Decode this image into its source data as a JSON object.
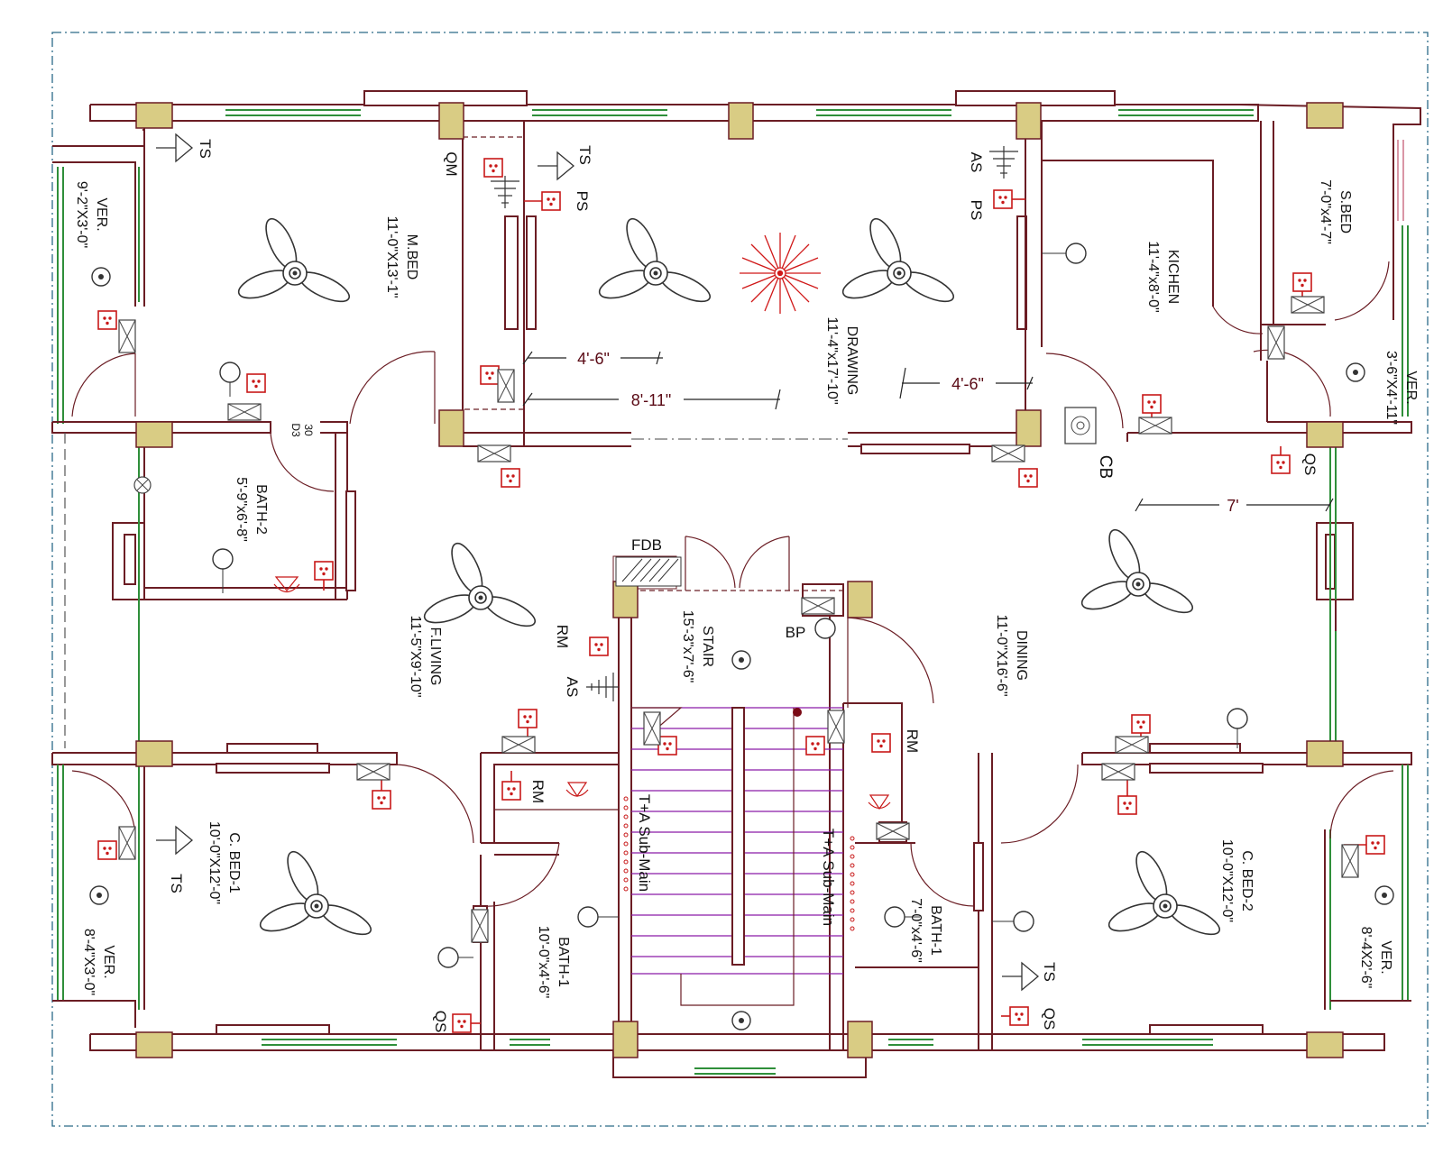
{
  "rooms": {
    "m_bed": {
      "name": "M.BED",
      "size": "11'-0\"X13'-1\""
    },
    "drawing": {
      "name": "DRAWING",
      "size": "11'-4\"x17'-10\""
    },
    "kitchen": {
      "name": "KICHEN",
      "size": "11'-4\"x8'-0\""
    },
    "s_bed": {
      "name": "S.BED",
      "size": "7'-0\"x4'-7\""
    },
    "ver_tl": {
      "name": "VER.",
      "size": "9'-2\"X3'-0\""
    },
    "ver_tr": {
      "name": "VER.",
      "size": "3'-6\"X4'-11\""
    },
    "bath2": {
      "name": "BATH-2",
      "size": "5'-9\"x6'-8\""
    },
    "f_living": {
      "name": "F.LIVING",
      "size": "11'-5\"X9'-10\""
    },
    "stair": {
      "name": "STAIR",
      "size": "15'-3\"x7'-6\""
    },
    "dining": {
      "name": "DINING",
      "size": "11'-0\"X16'-6\""
    },
    "c_bed1": {
      "name": "C. BED-1",
      "size": "10'-0\"X12'-0\""
    },
    "ver_bl": {
      "name": "VER.",
      "size": "8'-4\"X3'-0\""
    },
    "bath1_l": {
      "name": "BATH-1",
      "size": "10'-0\"x4'-6\""
    },
    "bath1_r": {
      "name": "BATH-1",
      "size": "7'-0\"x4'-6\""
    },
    "c_bed2": {
      "name": "C. BED-2",
      "size": "10'-0\"X12'-0\""
    },
    "ver_br": {
      "name": "VER.",
      "size": "8'-4X2'-6\""
    }
  },
  "symbol_labels": {
    "ts": "TS",
    "qm": "QM",
    "ps": "PS",
    "as": "AS",
    "qs": "QS",
    "rm": "RM",
    "cb": "CB",
    "bp": "BP",
    "fdb": "FDB",
    "d3": "D3",
    "d3_num": "30",
    "sub_main": "T+A  Sub-Main"
  },
  "dimensions": {
    "d_4_6_left": "4'-6\"",
    "d_8_11": "8'-11\"",
    "d_4_6_right": "4'-6\"",
    "d_7": "7'"
  }
}
